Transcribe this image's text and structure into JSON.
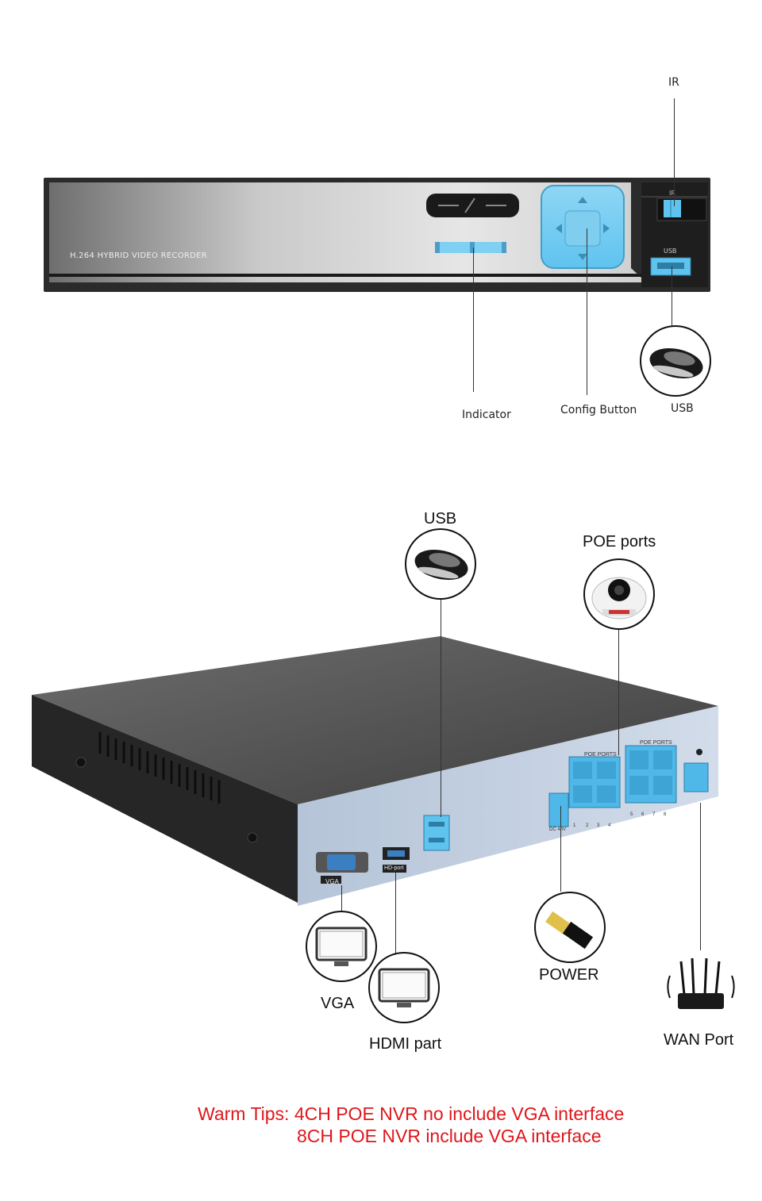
{
  "front": {
    "model_text": "H.264 HYBRID VIDEO RECORDER",
    "ir_tag": "IR",
    "usb_tag": "USB",
    "callouts": {
      "ir": "IR",
      "indicator": "Indicator",
      "config_button": "Config Button",
      "usb": "USB"
    }
  },
  "rear": {
    "port_labels": {
      "vga": "VGA",
      "hdmi": "HD-port",
      "poe_left": "POE PORTS",
      "poe_right": "POE PORTS",
      "dc": "DC 48V",
      "poe_numbers_left": [
        "1",
        "2",
        "3",
        "4"
      ],
      "poe_numbers_right": [
        "5",
        "6",
        "7",
        "8"
      ]
    },
    "callouts": {
      "usb": "USB",
      "poe_ports": "POE ports",
      "power": "POWER",
      "vga": "VGA",
      "hdmi": "HDMI part",
      "wan": "WAN Port"
    }
  },
  "tips": {
    "line1": "Warm Tips: 4CH POE NVR no include VGA interface",
    "line2": "8CH POE NVR include VGA interface"
  },
  "colors": {
    "accent_blue": "#5fc3ef",
    "tip_red": "#e0161b",
    "device_dark": "#2b2b2b"
  }
}
